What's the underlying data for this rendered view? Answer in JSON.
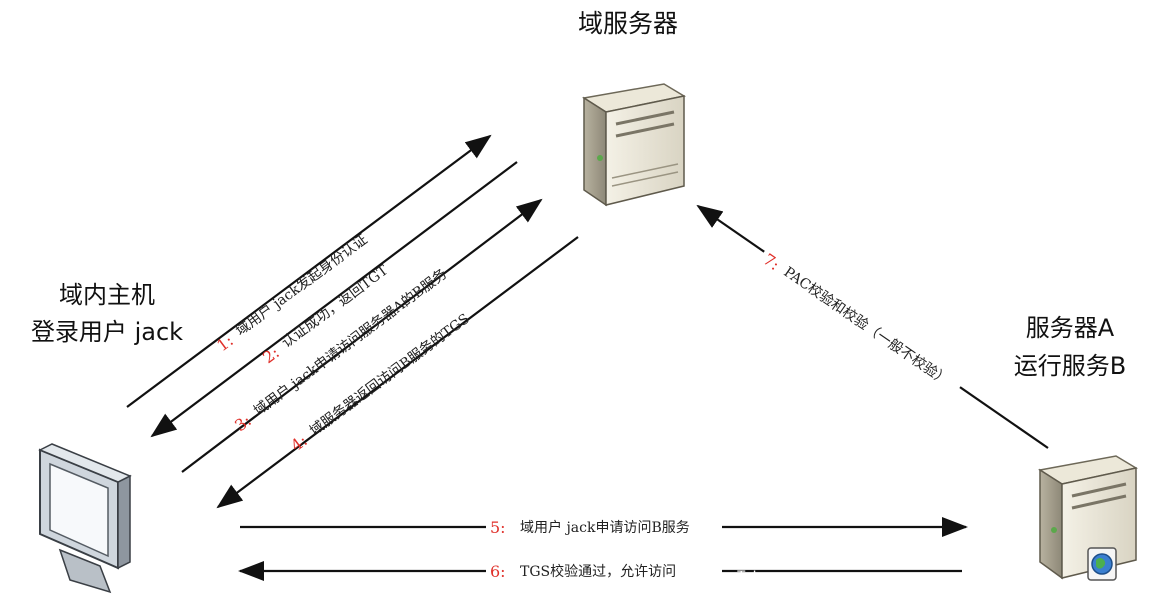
{
  "nodes": {
    "domain_server": {
      "label": "域服务器",
      "icon": "server-tower-icon"
    },
    "client": {
      "line1": "域内主机",
      "line2": "登录用户 jack",
      "icon": "monitor-icon"
    },
    "service_server": {
      "line1": "服务器A",
      "line2": "运行服务B",
      "icon": "server-globe-icon"
    }
  },
  "steps": [
    {
      "num": "1:",
      "text": "域用户 jack发起身份认证"
    },
    {
      "num": "2:",
      "text": "认证成功，返回TGT"
    },
    {
      "num": "3:",
      "text": "域用户 jack申请访问服务器A的B服务"
    },
    {
      "num": "4:",
      "text": "域服务器返回访问B服务的TGS"
    },
    {
      "num": "5:",
      "text": "域用户 jack申请访问B服务"
    },
    {
      "num": "6:",
      "text": "TGS校验通过，允许访问"
    },
    {
      "num": "7:",
      "text": "PAC校验和校验（一般不校验）"
    }
  ],
  "watermark": "k.com TuLua",
  "colors": {
    "arrow": "#111111",
    "step_number": "#e0302a",
    "text": "#222222"
  }
}
